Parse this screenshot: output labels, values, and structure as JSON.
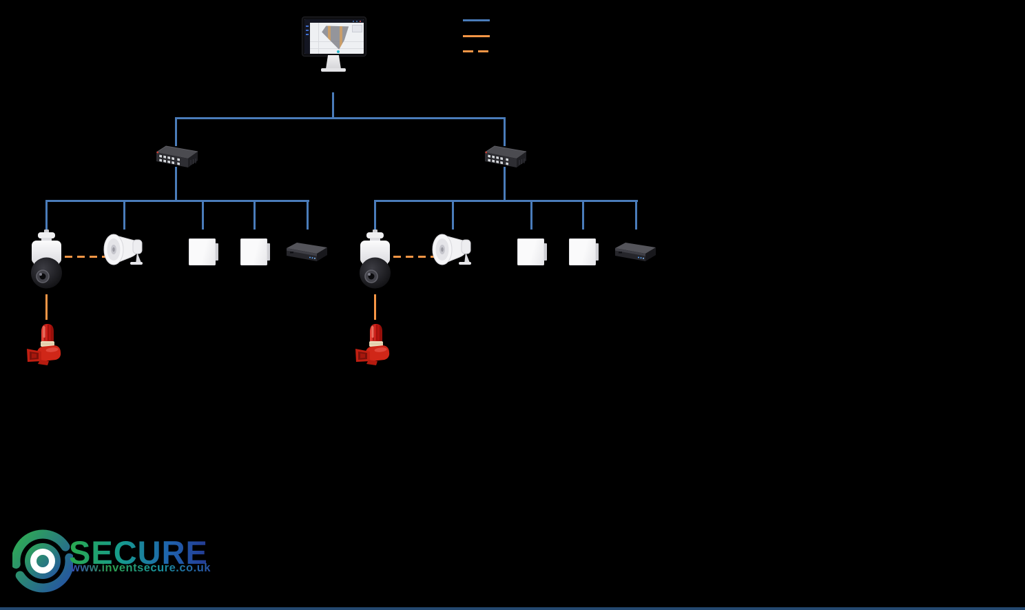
{
  "page": {
    "background": "#000000"
  },
  "colors": {
    "line-blue": "#4a7cba",
    "line-orange": "#f79646"
  },
  "legend": {
    "items": [
      {
        "name": "blue-solid-line",
        "color": "#4a7cba",
        "style": "solid"
      },
      {
        "name": "orange-solid-line",
        "color": "#f79646",
        "style": "solid"
      },
      {
        "name": "orange-dashed-line",
        "color": "#f79646",
        "style": "dashed"
      }
    ]
  },
  "devices": {
    "monitor": "vms-monitor",
    "switch": "poe-network-switch",
    "camera": "ptz-dome-camera",
    "speaker": "horn-speaker",
    "panel": "radar-panel",
    "nvr": "nvr-recorder",
    "beacon": "sounder-beacon"
  },
  "logo": {
    "brand": "SECURE",
    "website": "www.inventsecure.co.uk"
  }
}
